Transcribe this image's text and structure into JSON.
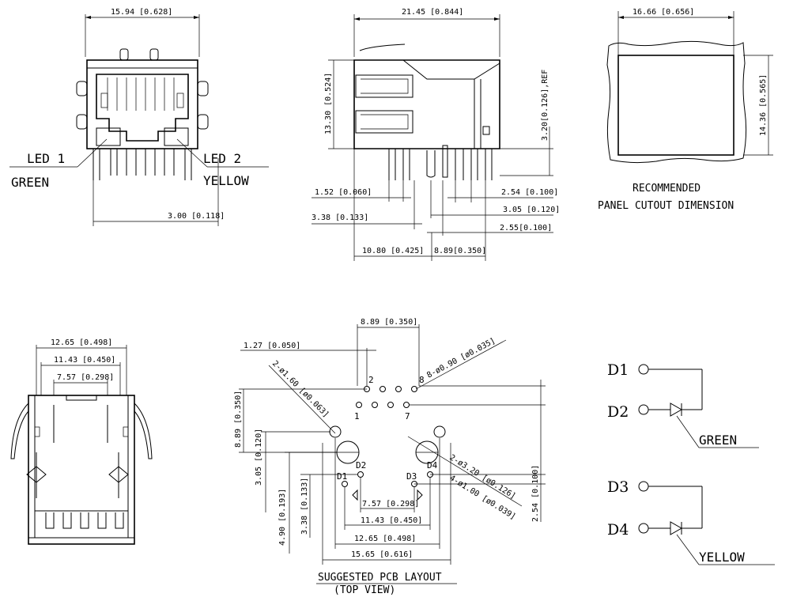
{
  "front_view": {
    "width_dim": "15.94 [0.628]",
    "led1_label": "LED 1",
    "led1_color": "GREEN",
    "led2_label": "LED 2",
    "led2_color": "YELLOW",
    "pin_offset_dim": "3.00 [0.118]"
  },
  "side_view": {
    "length_dim": "21.45 [0.844]",
    "height_dim": "13.30 [0.524]",
    "ref_dim": "3.20[0.126],REF",
    "dim_152": "1.52 [0.060]",
    "dim_338": "3.38 [0.133]",
    "dim_254": "2.54 [0.100]",
    "dim_305": "3.05 [0.120]",
    "dim_255": "2.55[0.100]",
    "dim_1080": "10.80 [0.425]",
    "dim_889": "8.89[0.350]"
  },
  "panel_cutout": {
    "width_dim": "16.66 [0.656]",
    "height_dim": "14.36 [0.565]",
    "caption_line1": "RECOMMENDED",
    "caption_line2": "PANEL CUTOUT DIMENSION"
  },
  "bottom_view": {
    "dim_1265": "12.65 [0.498]",
    "dim_1143": "11.43 [0.450]",
    "dim_757": "7.57 [0.298]"
  },
  "pcb_layout": {
    "dim_889_top": "8.89 [0.350]",
    "dim_127": "1.27 [0.050]",
    "hole_160": "2-ø1.60 [ø0.063]",
    "hole_090": "8-ø0.90 [ø0.035]",
    "hole_320": "2-ø3.20 [ø0.126]",
    "hole_100": "4-ø1.00 [ø0.039]",
    "dim_889_left": "8.89 [0.350]",
    "dim_305": "3.05 [0.120]",
    "dim_490": "4.90 [0.193]",
    "dim_338": "3.38 [0.133]",
    "dim_254": "2.54 [0.100]",
    "dim_757": "7.57 [0.298]",
    "dim_1143": "11.43 [0.450]",
    "dim_1265": "12.65 [0.498]",
    "dim_1565": "15.65 [0.616]",
    "pin_1": "1",
    "pin_2": "2",
    "pin_7": "7",
    "pin_8": "8",
    "pin_d1": "D1",
    "pin_d2": "D2",
    "pin_d3": "D3",
    "pin_d4": "D4",
    "caption_line1": "SUGGESTED PCB LAYOUT",
    "caption_line2": "(TOP VIEW)"
  },
  "schematic": {
    "d1": "D1",
    "d2": "D2",
    "d3": "D3",
    "d4": "D4",
    "green": "GREEN",
    "yellow": "YELLOW"
  }
}
